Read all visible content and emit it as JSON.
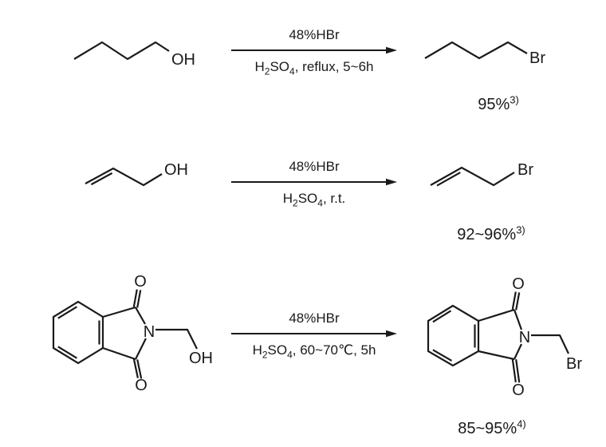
{
  "colors": {
    "background": "#ffffff",
    "ink": "#1a1a1a"
  },
  "reactions": [
    {
      "reactant": {
        "labels": {
          "oh": "OH"
        }
      },
      "arrow": {
        "above": "48%HBr",
        "below": [
          {
            "text": "H"
          },
          {
            "text": "2",
            "style": "sub"
          },
          {
            "text": "SO"
          },
          {
            "text": "4",
            "style": "sub"
          },
          {
            "text": ", reflux, 5~6h"
          }
        ]
      },
      "product": {
        "labels": {
          "br": "Br"
        }
      },
      "yield": {
        "value": "95%",
        "ref": "3)"
      }
    },
    {
      "reactant": {
        "labels": {
          "oh": "OH"
        }
      },
      "arrow": {
        "above": "48%HBr",
        "below": [
          {
            "text": "H"
          },
          {
            "text": "2",
            "style": "sub"
          },
          {
            "text": "SO"
          },
          {
            "text": "4",
            "style": "sub"
          },
          {
            "text": ", r.t."
          }
        ]
      },
      "product": {
        "labels": {
          "br": "Br"
        }
      },
      "yield": {
        "value": "92~96%",
        "ref": "3)"
      }
    },
    {
      "reactant": {
        "labels": {
          "o_top": "O",
          "n": "N",
          "o_bottom": "O",
          "oh": "OH"
        }
      },
      "arrow": {
        "above": "48%HBr",
        "below": [
          {
            "text": "H"
          },
          {
            "text": "2",
            "style": "sub"
          },
          {
            "text": "SO"
          },
          {
            "text": "4",
            "style": "sub"
          },
          {
            "text": ", 60~70℃, 5h"
          }
        ]
      },
      "product": {
        "labels": {
          "o_top": "O",
          "n": "N",
          "o_bottom": "O",
          "br": "Br"
        }
      },
      "yield": {
        "value": "85~95%",
        "ref": "4)"
      }
    }
  ]
}
